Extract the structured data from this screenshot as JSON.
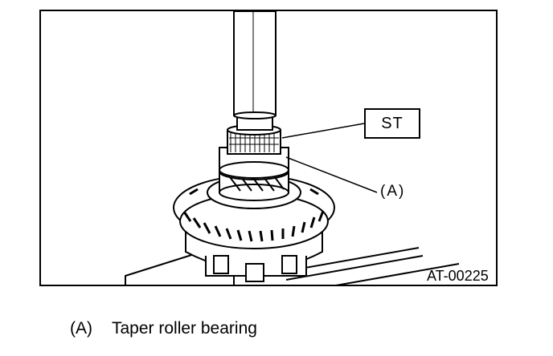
{
  "figure": {
    "callout_st": "ST",
    "callout_a": "(A)",
    "figure_code": "AT-00225"
  },
  "legend": {
    "items": [
      {
        "key": "(A)",
        "text": "Taper roller bearing"
      }
    ]
  }
}
